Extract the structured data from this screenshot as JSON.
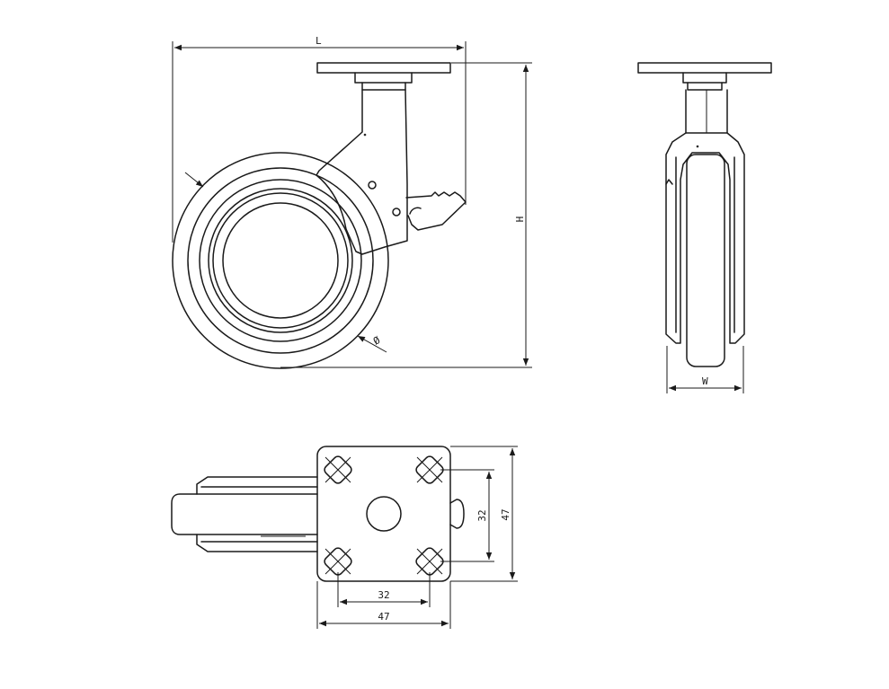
{
  "drawing": {
    "side_view": {
      "length_label": "L",
      "height_label": "H",
      "diameter_label": "Ø"
    },
    "front_view": {
      "width_label": "W"
    },
    "top_view": {
      "hole_spacing_x": "32",
      "plate_width": "47",
      "hole_spacing_y": "32",
      "plate_height": "47"
    }
  },
  "colors": {
    "line": "#1a1a1a",
    "background": "#ffffff"
  }
}
